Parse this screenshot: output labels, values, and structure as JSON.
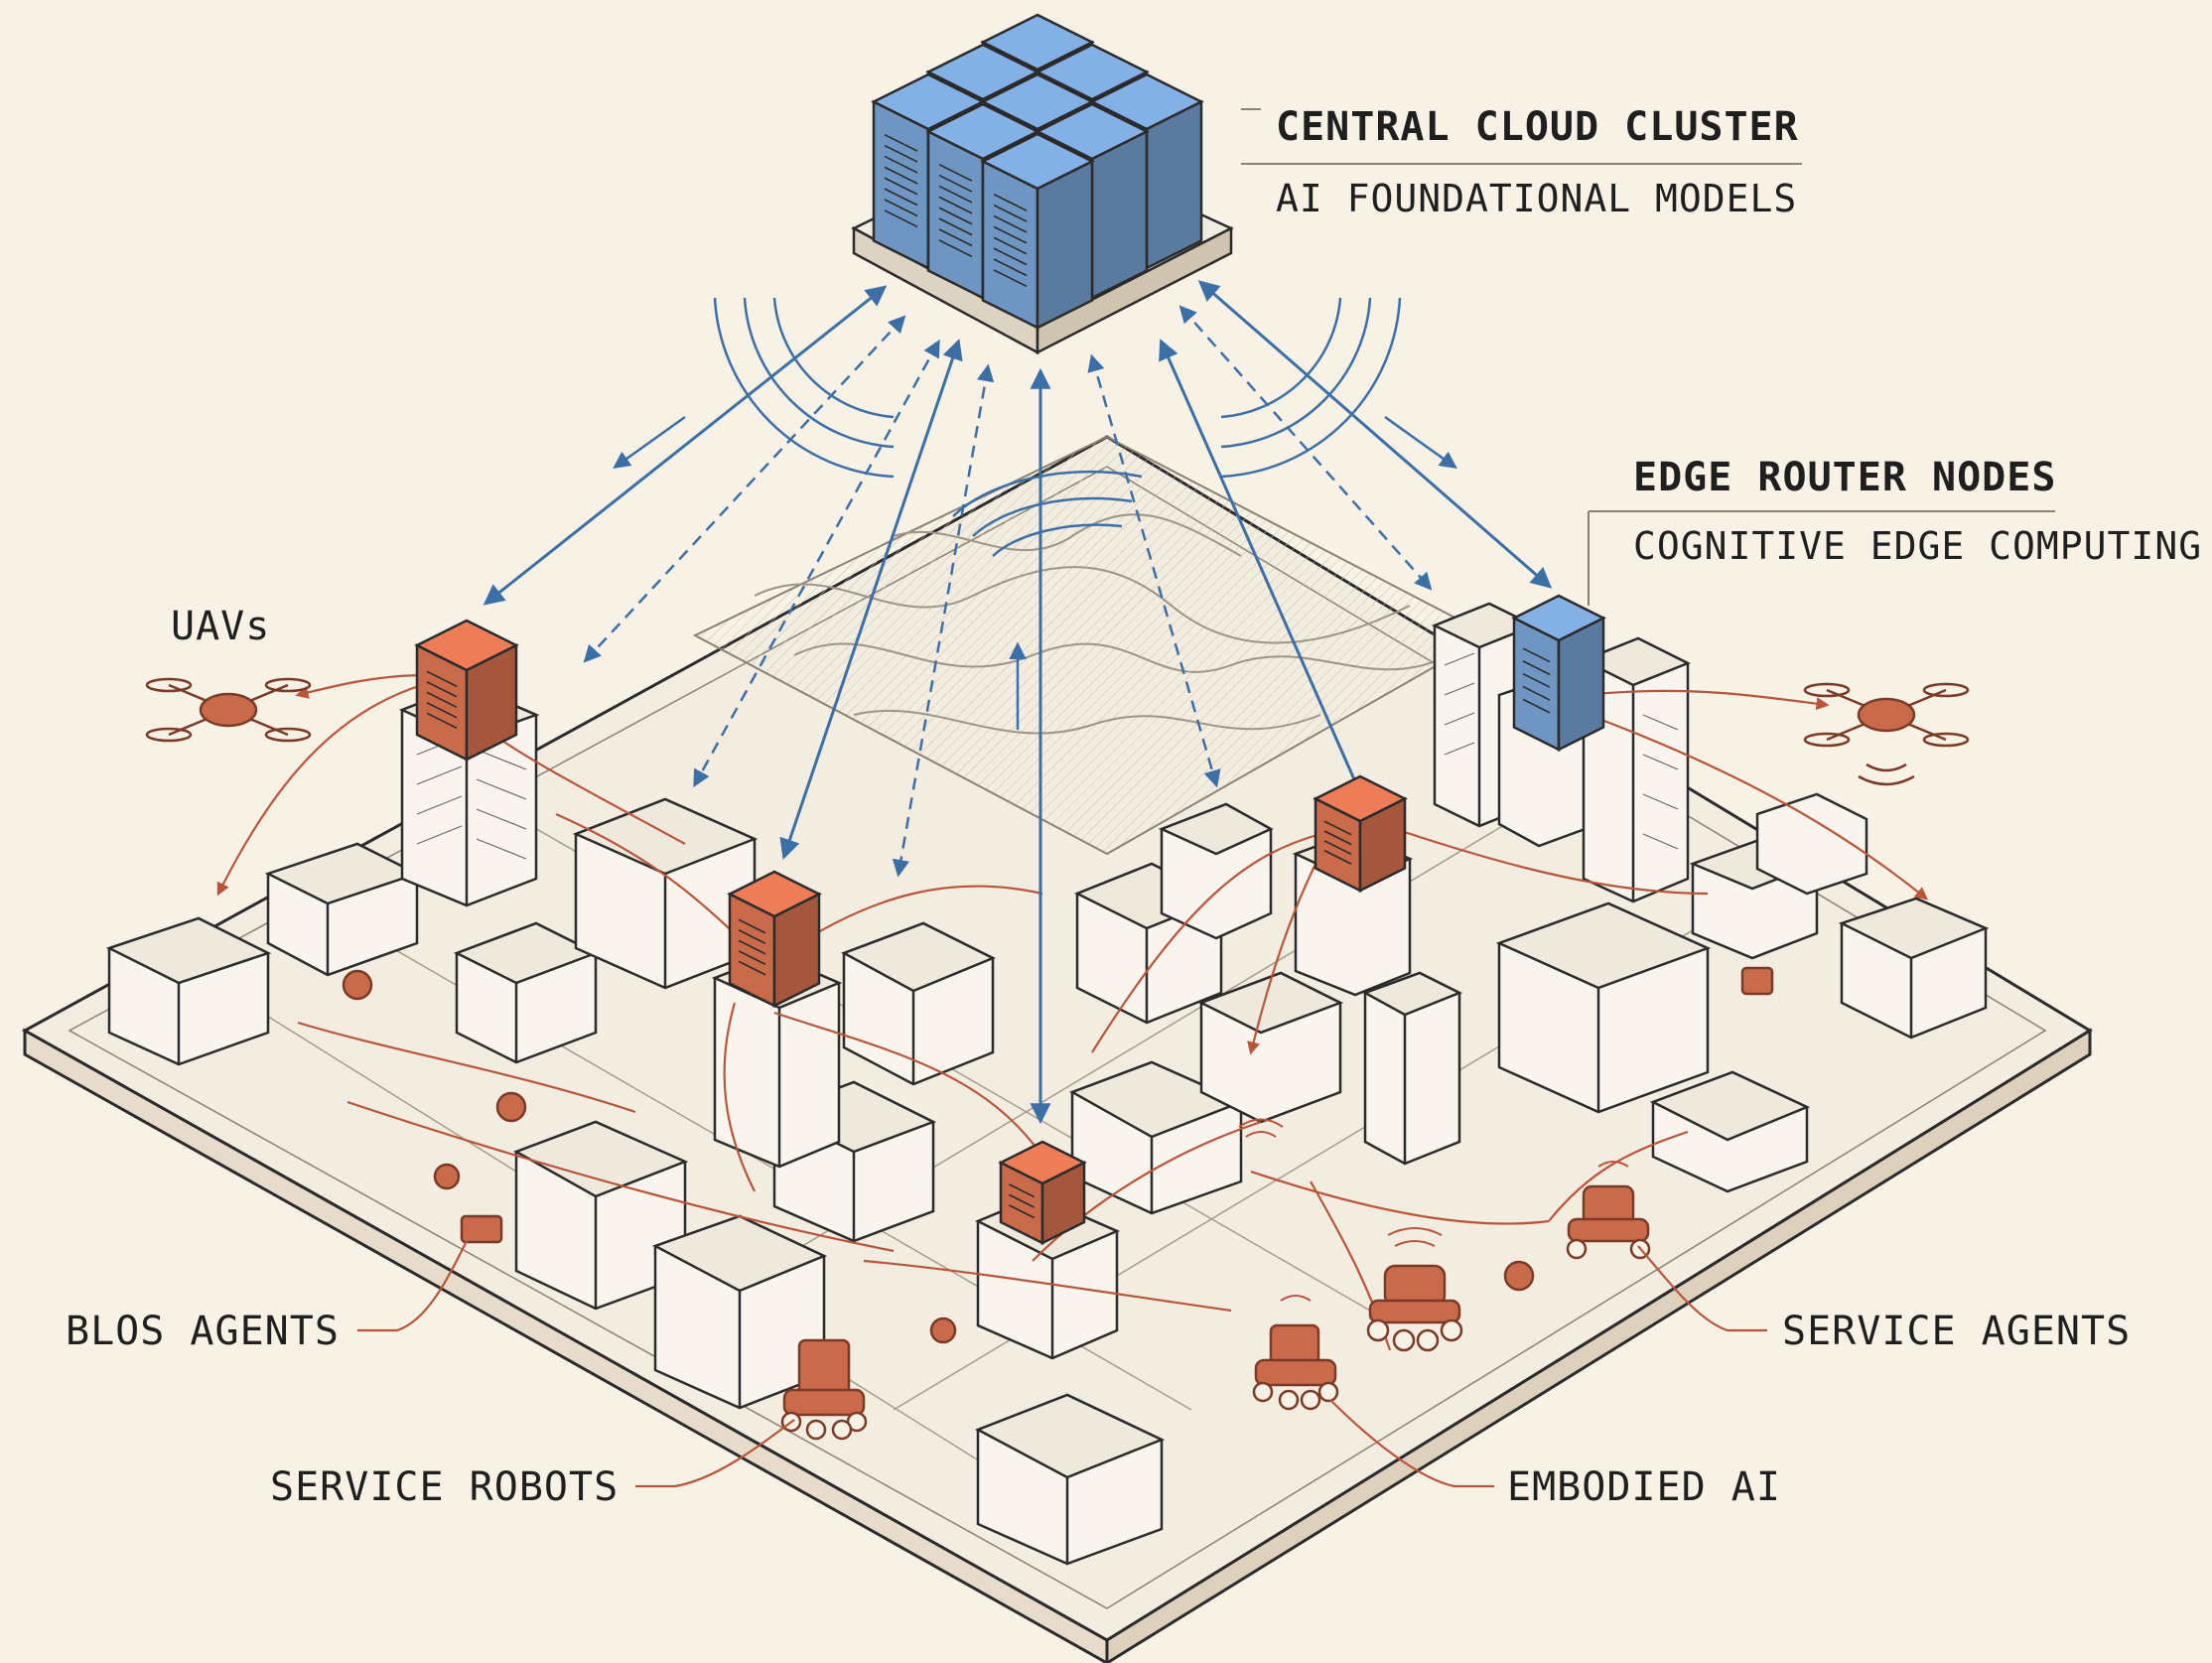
{
  "diagram": {
    "central": {
      "title": "CENTRAL CLOUD CLUSTER",
      "subtitle": "AI FOUNDATIONAL MODELS"
    },
    "edge": {
      "title": "EDGE ROUTER NODES",
      "subtitle": "COGNITIVE EDGE COMPUTING"
    },
    "callouts": {
      "uavs": "UAVs",
      "blos_agents": "BLOS AGENTS",
      "service_robots": "SERVICE ROBOTS",
      "embodied_ai": "EMBODIED AI",
      "service_agents": "SERVICE AGENTS"
    },
    "colors": {
      "background": "#f7f1e6",
      "ink": "#2b2b2b",
      "cloud_blue": "#6f95c2",
      "link_blue": "#3c6fa6",
      "edge_orange": "#c96a4a",
      "agent_orange": "#b8553a"
    }
  }
}
